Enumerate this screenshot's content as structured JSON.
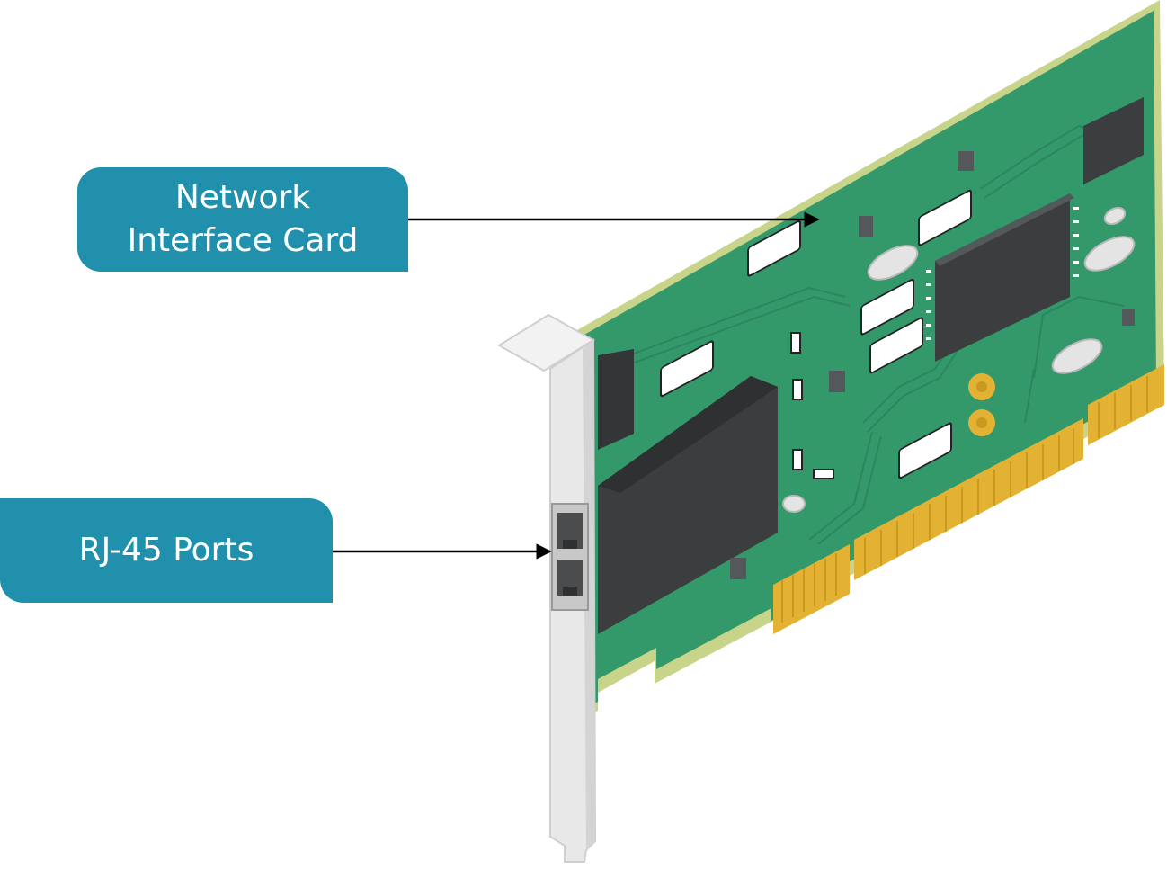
{
  "colors": {
    "callout_bg": "#2190ad",
    "board": "#33996b",
    "board_edge": "#c8d48a",
    "contacts": "#e3b233",
    "chip": "#3b3d3e",
    "bracket": "#e8e8e8",
    "arrow": "#000000"
  },
  "callouts": {
    "nic": {
      "line1": "Network",
      "line2": "Interface Card"
    },
    "rj45": {
      "label": "RJ-45 Ports"
    }
  },
  "icons": {
    "illustration": "network-interface-card-illustration"
  }
}
